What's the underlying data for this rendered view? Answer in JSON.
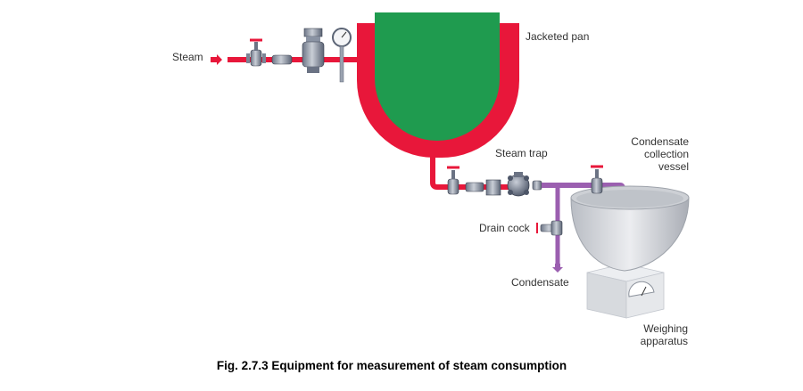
{
  "labels": {
    "steam": "Steam",
    "jacketed_pan": "Jacketed pan",
    "steam_trap": "Steam trap",
    "condensate_vessel": [
      "Condensate",
      "collection",
      "vessel"
    ],
    "drain_cock": "Drain cock",
    "condensate": "Condensate",
    "weighing": [
      "Weighing",
      "apparatus"
    ]
  },
  "caption": "Fig. 2.7.3 Equipment for measurement of steam consumption",
  "colors": {
    "steam_line": "#e8173a",
    "condensate_line": "#9b5fb0",
    "pan_product": "#1f9b4f",
    "equipment": "#a8b0bd",
    "vessel": "#d5d8dd"
  }
}
